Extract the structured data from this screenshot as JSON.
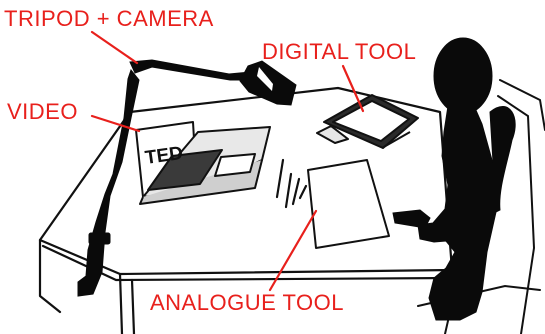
{
  "labels": {
    "tripod_camera": "TRIPOD + CAMERA",
    "digital_tool": "DIGITAL TOOL",
    "video": "VIDEO",
    "analogue_tool": "ANALOGUE TOOL"
  },
  "laptop_screen_text": "TED",
  "colors": {
    "label": "#e8201c",
    "ink": "#111111",
    "background": "#ffffff"
  }
}
